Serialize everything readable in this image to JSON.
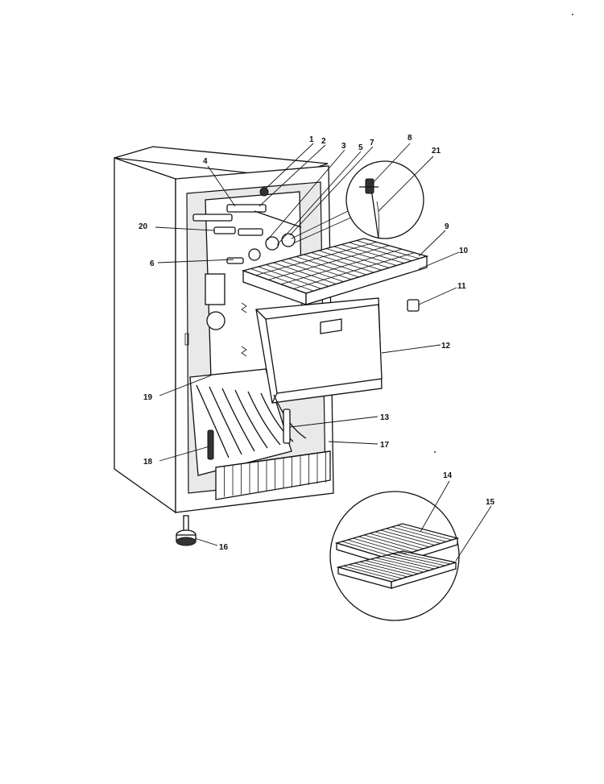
{
  "callouts": [
    {
      "id": "1",
      "text": "1"
    },
    {
      "id": "2",
      "text": "2"
    },
    {
      "id": "3",
      "text": "3"
    },
    {
      "id": "4",
      "text": "4"
    },
    {
      "id": "5",
      "text": "5"
    },
    {
      "id": "6",
      "text": "6"
    },
    {
      "id": "7",
      "text": "7"
    },
    {
      "id": "8",
      "text": "8"
    },
    {
      "id": "9",
      "text": "9"
    },
    {
      "id": "10",
      "text": "10"
    },
    {
      "id": "11",
      "text": "11"
    },
    {
      "id": "12",
      "text": "12"
    },
    {
      "id": "13",
      "text": "13"
    },
    {
      "id": "14",
      "text": "14"
    },
    {
      "id": "15",
      "text": "15"
    },
    {
      "id": "16",
      "text": "16"
    },
    {
      "id": "17",
      "text": "17"
    },
    {
      "id": "18",
      "text": "18"
    },
    {
      "id": "19",
      "text": "19"
    },
    {
      "id": "20",
      "text": "20"
    },
    {
      "id": "21",
      "text": "21"
    }
  ]
}
